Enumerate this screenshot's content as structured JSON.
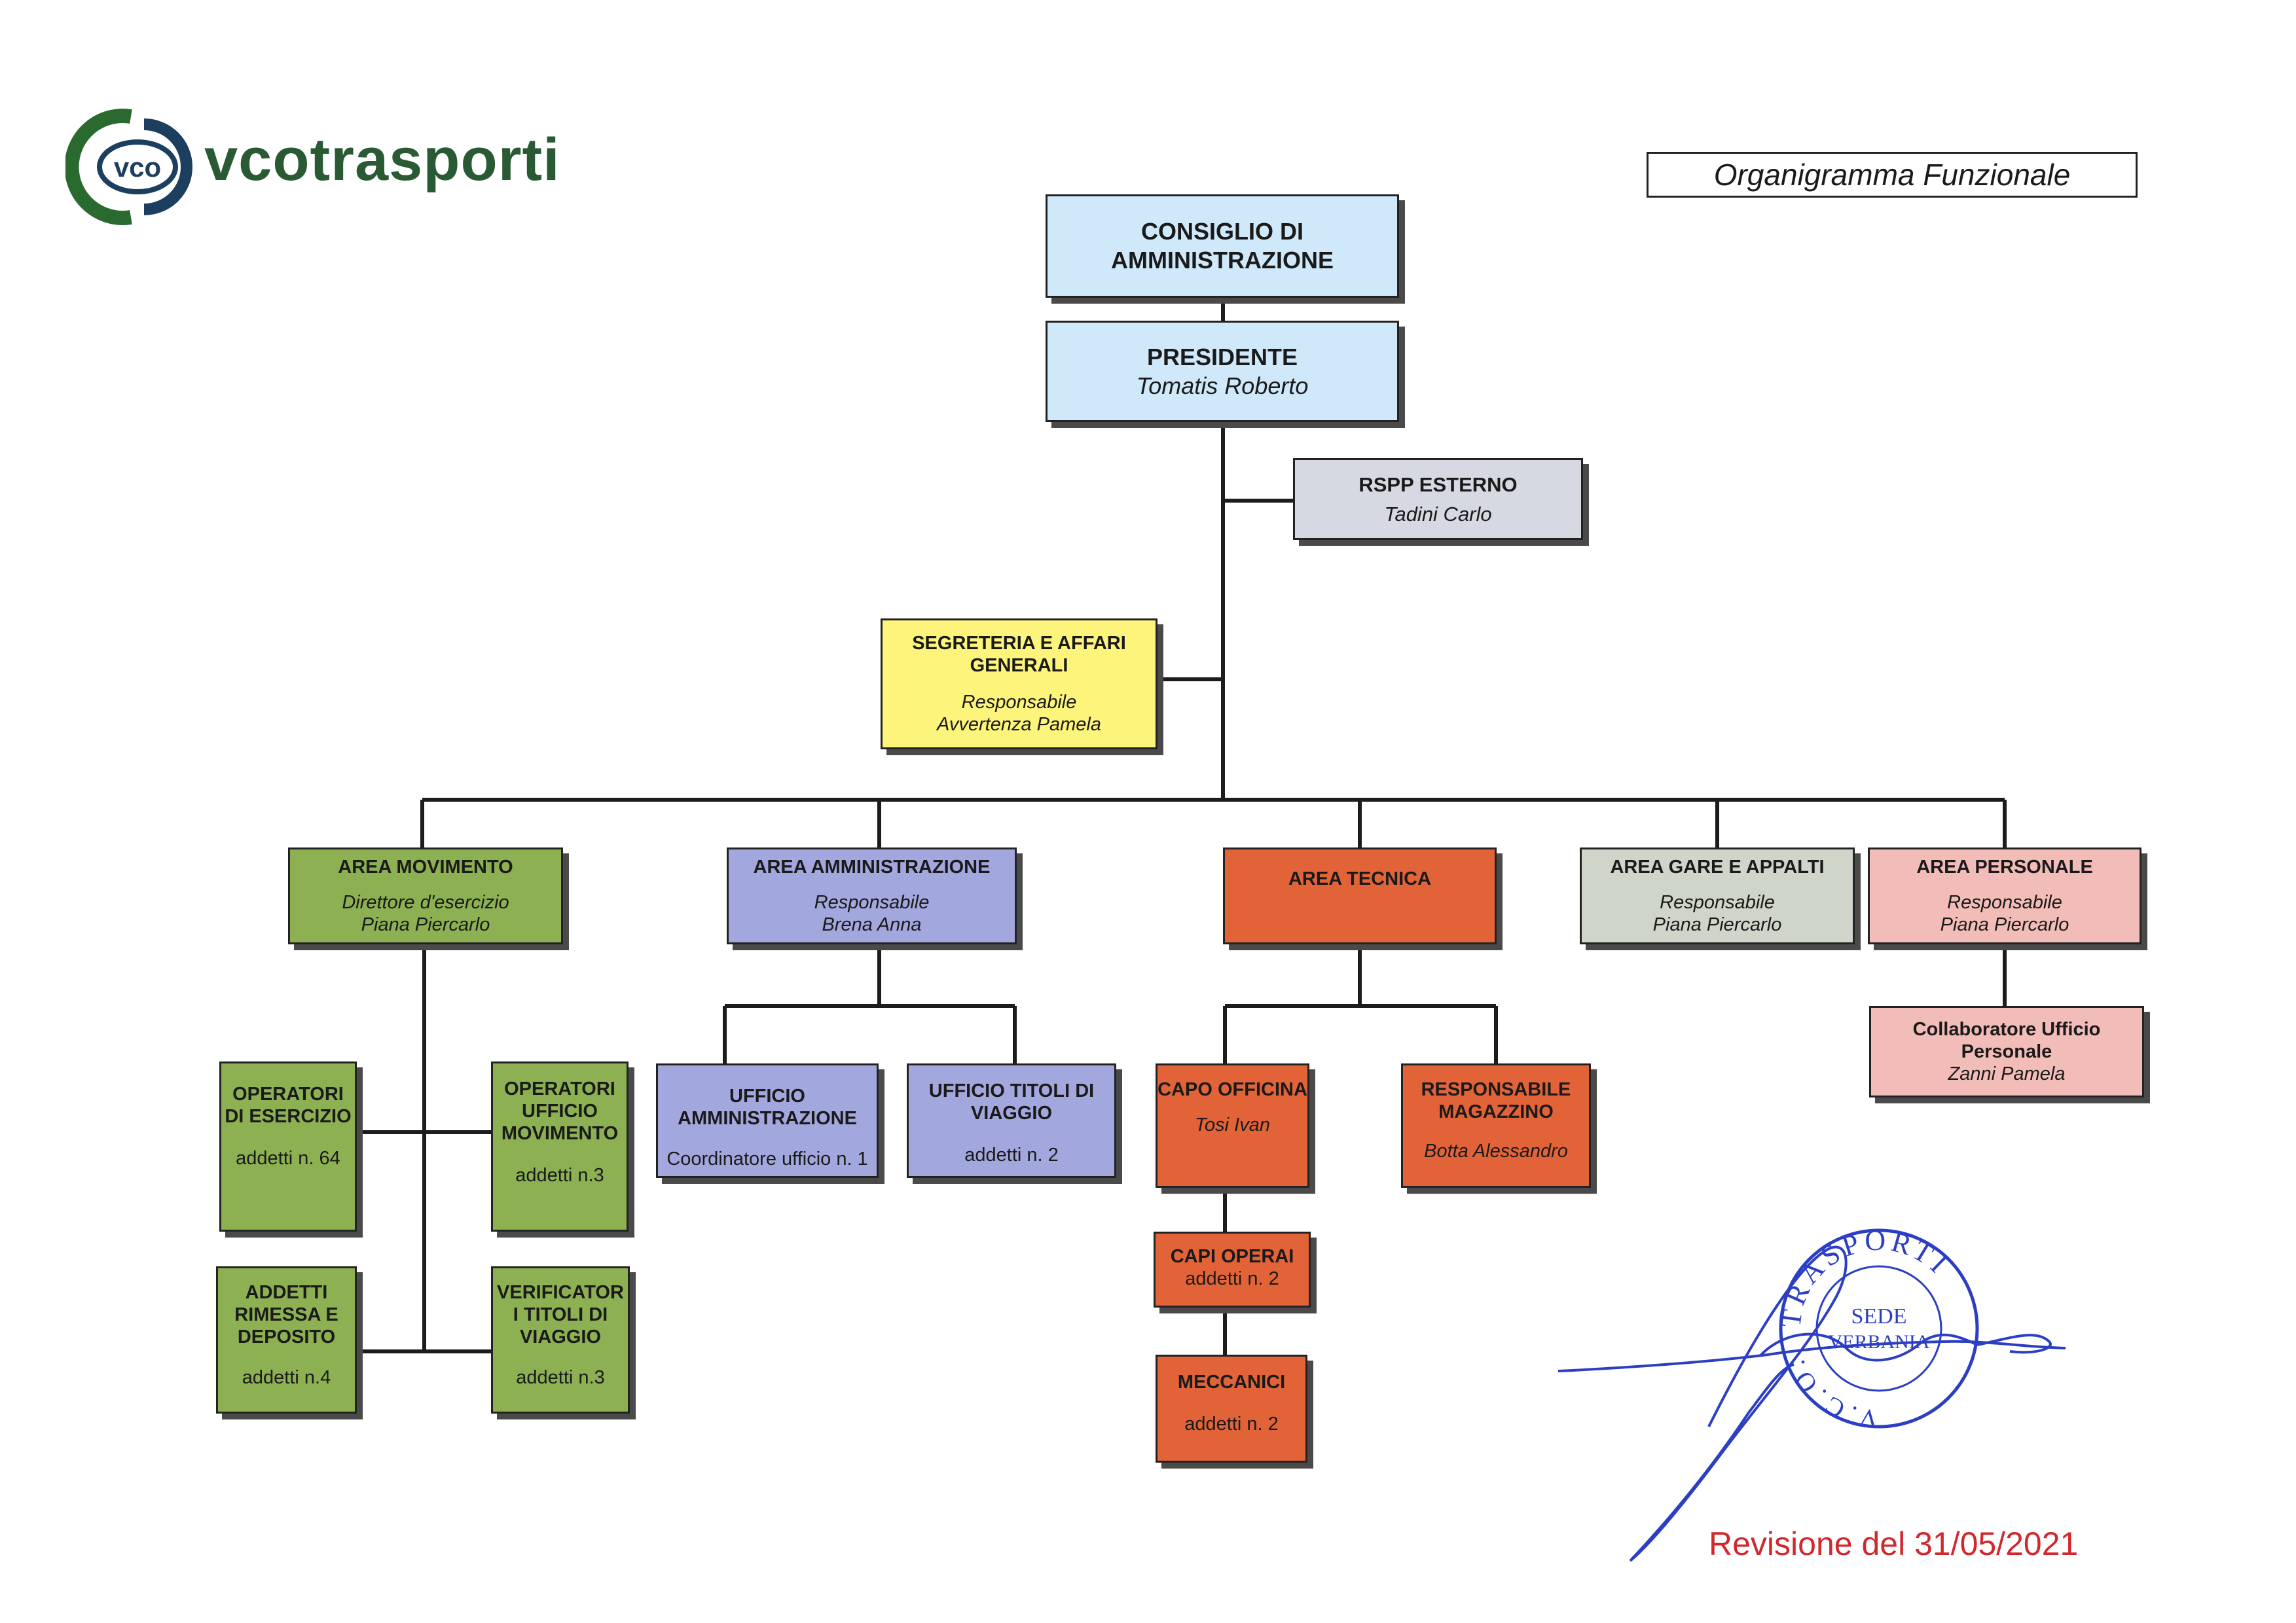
{
  "logo": {
    "mark": "vco",
    "wordmark": "vcotrasporti",
    "colors": {
      "green": "#2a6a2f",
      "navy": "#1d3f5f"
    }
  },
  "header": {
    "title": "Organigramma Funzionale"
  },
  "top": {
    "board": {
      "title_line1": "CONSIGLIO DI",
      "title_line2": "AMMINISTRAZIONE"
    },
    "president": {
      "title": "PRESIDENTE",
      "name": "Tomatis Roberto"
    },
    "rspp": {
      "title": "RSPP ESTERNO",
      "name": "Tadini Carlo"
    },
    "secretariat": {
      "title_line1": "SEGRETERIA E AFFARI",
      "title_line2": "GENERALI",
      "role": "Responsabile",
      "name": "Avvertenza Pamela"
    }
  },
  "areas": {
    "movimento": {
      "title": "AREA MOVIMENTO",
      "role": "Direttore d'esercizio",
      "name": "Piana Piercarlo"
    },
    "amministrazione": {
      "title": "AREA AMMINISTRAZIONE",
      "role": "Responsabile",
      "name": "Brena Anna"
    },
    "tecnica": {
      "title": "AREA TECNICA"
    },
    "gare": {
      "title": "AREA GARE E APPALTI",
      "role": "Responsabile",
      "name": "Piana Piercarlo"
    },
    "personale": {
      "title": "AREA PERSONALE",
      "role": "Responsabile",
      "name": "Piana Piercarlo"
    }
  },
  "units": {
    "operatori_esercizio": {
      "line1": "OPERATORI",
      "line2": "DI ESERCIZIO",
      "detail": "addetti n. 64"
    },
    "operatori_ufficio": {
      "line1": "OPERATORI",
      "line2": "UFFICIO",
      "line3": "MOVIMENTO",
      "detail": "addetti n.3"
    },
    "addetti_rimessa": {
      "line1": "ADDETTI",
      "line2": "RIMESSA E",
      "line3": "DEPOSITO",
      "detail": "addetti n.4"
    },
    "verificatori": {
      "line1": "VERIFICATOR",
      "line2": "I TITOLI DI",
      "line3": "VIAGGIO",
      "detail": "addetti n.3"
    },
    "ufficio_amministrazione": {
      "line1": "UFFICIO",
      "line2": "AMMINISTRAZIONE",
      "detail": "Coordinatore ufficio n. 1"
    },
    "ufficio_titoli": {
      "line1": "UFFICIO TITOLI DI",
      "line2": "VIAGGIO",
      "detail": "addetti n. 2"
    },
    "capo_officina": {
      "title": "CAPO OFFICINA",
      "name": "Tosi Ivan"
    },
    "responsabile_magazzino": {
      "line1": "RESPONSABILE",
      "line2": "MAGAZZINO",
      "name": "Botta Alessandro"
    },
    "capi_operai": {
      "title": "CAPI OPERAI",
      "detail": "addetti n. 2"
    },
    "meccanici": {
      "title": "MECCANICI",
      "detail": "addetti n. 2"
    },
    "collaboratore_personale": {
      "line1": "Collaboratore Ufficio",
      "line2": "Personale",
      "name": "Zanni Pamela"
    }
  },
  "stamp": {
    "top_text": "TRASPORTI",
    "side_left": "V.C.O.",
    "center_line1": "SEDE",
    "center_line2": "VERBANIA",
    "color": "#2c3fc4"
  },
  "footer": {
    "revision": "Revisione del 31/05/2021",
    "color": "#d2282c"
  }
}
